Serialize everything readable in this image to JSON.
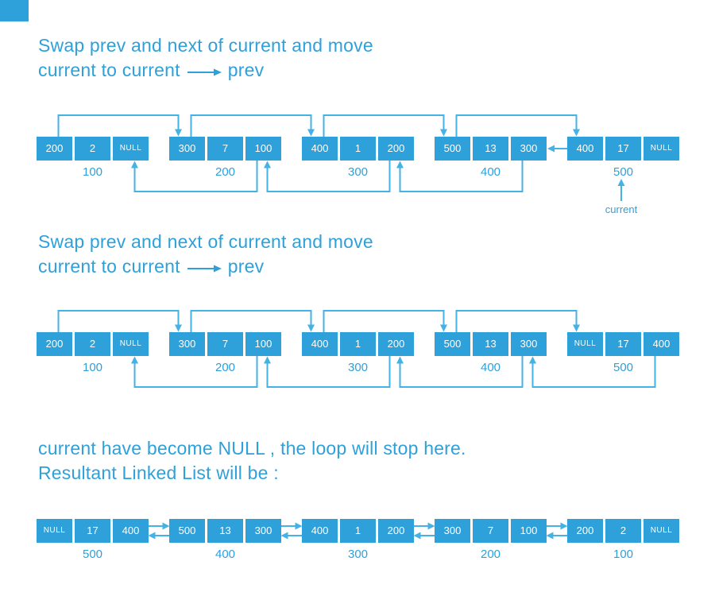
{
  "colors": {
    "primary": "#2EA0DA",
    "arrow": "#44B2E5",
    "cell_text": "#FFFFFF",
    "background": "#FFFFFF"
  },
  "headings": {
    "step_line1": "Swap prev and next of current and move",
    "step_line2_pre": "current to current",
    "step_line2_post": "prev",
    "final_line1": "current have become NULL ,  the loop will stop here.",
    "final_line2": "Resultant Linked List will be :"
  },
  "current_label": "current",
  "diagrams": [
    {
      "id": "step1",
      "nodes": [
        {
          "address": "100",
          "prev": "200",
          "data": "2",
          "next": "NULL"
        },
        {
          "address": "200",
          "prev": "300",
          "data": "7",
          "next": "100"
        },
        {
          "address": "300",
          "prev": "400",
          "data": "1",
          "next": "200"
        },
        {
          "address": "400",
          "prev": "500",
          "data": "13",
          "next": "300"
        },
        {
          "address": "500",
          "prev": "400",
          "data": "17",
          "next": "NULL"
        }
      ],
      "top_arrows": [
        [
          0,
          1
        ],
        [
          1,
          2
        ],
        [
          2,
          3
        ],
        [
          3,
          4
        ]
      ],
      "bottom_arrows": [
        [
          1,
          0
        ],
        [
          2,
          1
        ],
        [
          3,
          2
        ]
      ],
      "mid_arrows": [
        [
          4,
          3
        ]
      ],
      "current_at": 4
    },
    {
      "id": "step2",
      "nodes": [
        {
          "address": "100",
          "prev": "200",
          "data": "2",
          "next": "NULL"
        },
        {
          "address": "200",
          "prev": "300",
          "data": "7",
          "next": "100"
        },
        {
          "address": "300",
          "prev": "400",
          "data": "1",
          "next": "200"
        },
        {
          "address": "400",
          "prev": "500",
          "data": "13",
          "next": "300"
        },
        {
          "address": "500",
          "prev": "NULL",
          "data": "17",
          "next": "400"
        }
      ],
      "top_arrows": [
        [
          0,
          1
        ],
        [
          1,
          2
        ],
        [
          2,
          3
        ],
        [
          3,
          4
        ]
      ],
      "bottom_arrows": [
        [
          1,
          0
        ],
        [
          2,
          1
        ],
        [
          3,
          2
        ],
        [
          4,
          3
        ]
      ],
      "mid_arrows": [],
      "current_at": null
    },
    {
      "id": "result",
      "nodes": [
        {
          "address": "500",
          "prev": "NULL",
          "data": "17",
          "next": "400"
        },
        {
          "address": "400",
          "prev": "500",
          "data": "13",
          "next": "300"
        },
        {
          "address": "300",
          "prev": "400",
          "data": "1",
          "next": "200"
        },
        {
          "address": "200",
          "prev": "300",
          "data": "7",
          "next": "100"
        },
        {
          "address": "100",
          "prev": "200",
          "data": "2",
          "next": "NULL"
        }
      ],
      "double_arrows": [
        [
          0,
          1
        ],
        [
          1,
          2
        ],
        [
          2,
          3
        ],
        [
          3,
          4
        ]
      ],
      "current_at": null
    }
  ]
}
